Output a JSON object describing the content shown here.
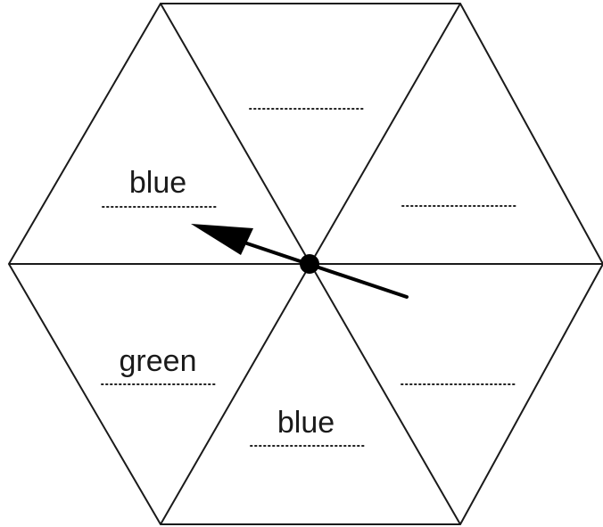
{
  "spinner": {
    "sections": [
      {
        "id": "top",
        "label": ""
      },
      {
        "id": "upper-right",
        "label": ""
      },
      {
        "id": "lower-right",
        "label": ""
      },
      {
        "id": "bottom",
        "label": "blue"
      },
      {
        "id": "lower-left",
        "label": "green"
      },
      {
        "id": "upper-left",
        "label": "blue"
      }
    ],
    "pointer_icon": "arrow-icon",
    "colors": {
      "lines": "#1a1a1a",
      "pointer": "#000000"
    }
  }
}
